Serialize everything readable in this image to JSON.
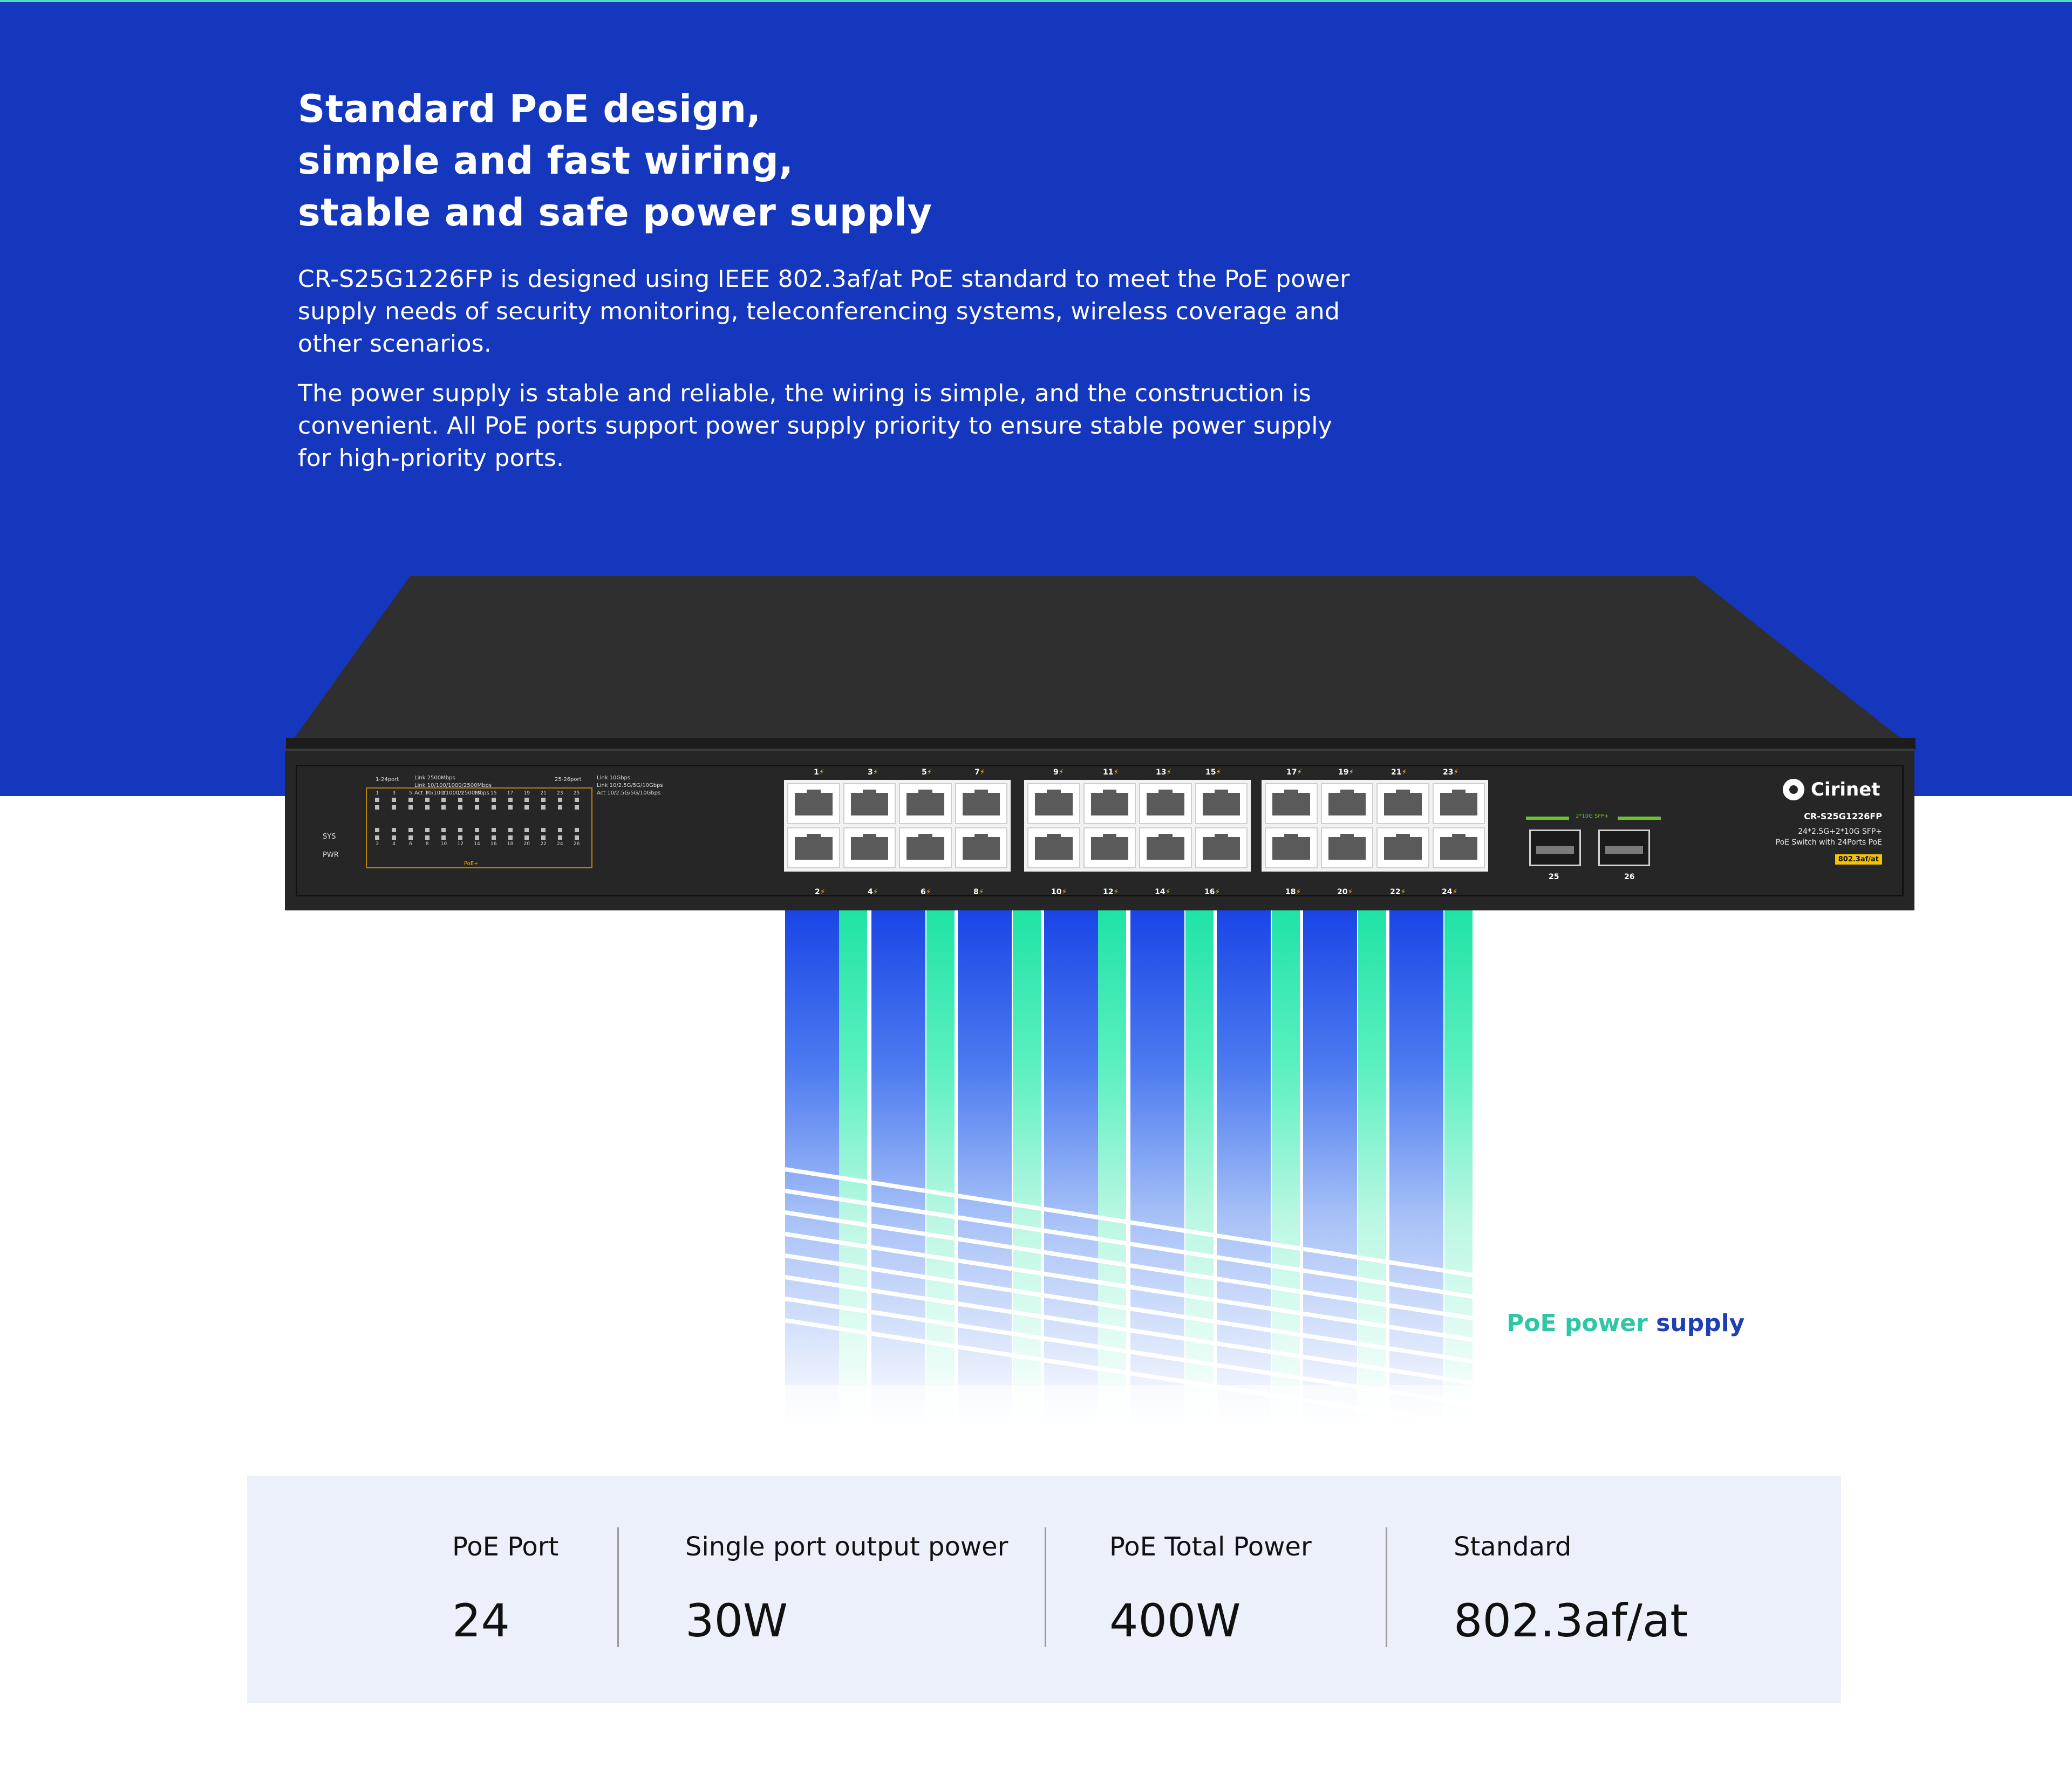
{
  "hero": {
    "headline": [
      "Standard PoE design,",
      "simple and fast wiring,",
      "stable and safe power supply"
    ],
    "paragraph1": "CR-S25G1226FP is designed using IEEE 802.3af/at PoE standard to meet the PoE power supply needs of security monitoring, teleconferencing systems, wireless coverage and other scenarios.",
    "paragraph2": "The power supply is stable and reliable, the wiring is simple, and the construction is convenient. All PoE ports support power supply priority to ensure stable power supply for high-priority ports."
  },
  "device": {
    "brand": "Cirinet",
    "model": "CR-S25G1226FP",
    "desc_line1": "24*2.5G+2*10G SFP+",
    "desc_line2": "PoE Switch with 24Ports PoE",
    "standard_badge": "802.3af/at",
    "panel": {
      "group1_title": "1-24port",
      "group1_legend": [
        "Link 2500Mbps",
        "Link 10/100/1000/2500Mbps",
        "Act 10/100/1000/2500Mbps"
      ],
      "group2_title": "25-26port",
      "group2_legend": [
        "Link 10Gbps",
        "Link 10/2.5G/5G/10Gbps",
        "Act 10/2.5G/5G/10Gbps"
      ],
      "sys_label": "SYS",
      "pwr_label": "PWR",
      "poe_label": "PoE+",
      "led_top_numbers": [
        "1",
        "3",
        "5",
        "7",
        "9",
        "11",
        "13",
        "15",
        "17",
        "19",
        "21",
        "23",
        "25"
      ],
      "led_bottom_numbers": [
        "2",
        "4",
        "6",
        "8",
        "10",
        "12",
        "14",
        "16",
        "18",
        "20",
        "22",
        "24",
        "26"
      ],
      "sfp_label": "2*10G SFP+"
    },
    "port_groups": [
      {
        "top": [
          "1",
          "3",
          "5",
          "7"
        ],
        "bottom": [
          "2",
          "4",
          "6",
          "8"
        ]
      },
      {
        "top": [
          "9",
          "11",
          "13",
          "15"
        ],
        "bottom": [
          "10",
          "12",
          "14",
          "16"
        ]
      },
      {
        "top": [
          "17",
          "19",
          "21",
          "23"
        ],
        "bottom": [
          "18",
          "20",
          "22",
          "24"
        ]
      }
    ],
    "sfp_ports": [
      "25",
      "26"
    ]
  },
  "poe_label": {
    "part1": "PoE power",
    "part2": "supply"
  },
  "specs": [
    {
      "label": "PoE Port",
      "value": "24"
    },
    {
      "label": "Single port output power",
      "value": "30W"
    },
    {
      "label": "PoE Total Power",
      "value": "400W"
    },
    {
      "label": "Standard",
      "value": "802.3af/at"
    }
  ],
  "colors": {
    "hero_bg": "#1537bd",
    "accent_green": "#2ec7a5",
    "accent_blue": "#1f3fb5",
    "spec_bg": "#ecf0fb",
    "badge_yellow": "#f5c400"
  }
}
